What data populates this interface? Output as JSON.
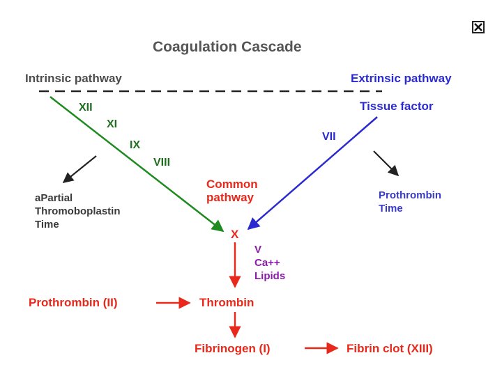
{
  "title": "Coagulation Cascade",
  "intrinsic": {
    "label": "Intrinsic pathway",
    "factors": [
      "XII",
      "XI",
      "IX",
      "VIII"
    ],
    "test": [
      "aPartial",
      "Thromoboplastin",
      "Time"
    ]
  },
  "extrinsic": {
    "label": "Extrinsic pathway",
    "initiator": "Tissue factor",
    "factor": "VII",
    "test": [
      "Prothrombin",
      "Time"
    ]
  },
  "common": {
    "label": [
      "Common",
      "pathway"
    ],
    "factor_x": "X",
    "cofactors": [
      "V",
      "Ca++",
      "Lipids"
    ]
  },
  "conversions": {
    "prothrombin": "Prothrombin (II)",
    "thrombin": "Thrombin",
    "fibrinogen": "Fibrinogen (I)",
    "fibrin_clot": "Fibrin clot (XIII)"
  },
  "colors": {
    "intrinsic": "#1f8a1f",
    "extrinsic": "#2a2ad0",
    "common": "#e8281a",
    "cofactors": "#8a1aa8",
    "neutral": "#222222"
  },
  "icons": {
    "close": "close-x-icon"
  }
}
